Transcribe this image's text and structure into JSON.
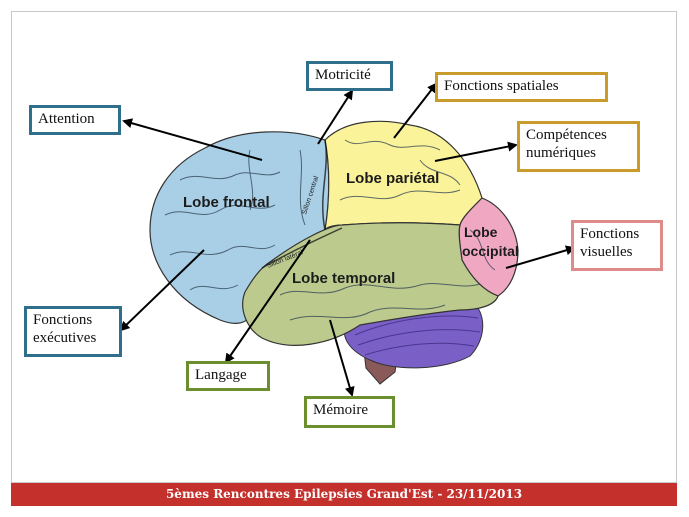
{
  "labels": {
    "attention": "Attention",
    "motricite": "Motricité",
    "fonctions_spatiales": "Fonctions spatiales",
    "competences_1": "Compétences",
    "competences_2": "numériques",
    "fonctions_visuelles_1": "Fonctions",
    "fonctions_visuelles_2": "visuelles",
    "fonctions_executives_1": "Fonctions",
    "fonctions_executives_2": "exécutives",
    "langage": "Langage",
    "memoire": "Mémoire"
  },
  "lobes": {
    "frontal": "Lobe frontal",
    "parietal": "Lobe pariétal",
    "occipital_1": "Lobe",
    "occipital_2": "occipital",
    "temporal": "Lobe temporal",
    "sillon_central": "Sillon central",
    "sillon_lateral": "Sillon latéral"
  },
  "colors": {
    "frontal": "#a9cfe6",
    "parietal": "#faf39a",
    "occipital": "#f0a7c2",
    "temporal": "#bcca8e",
    "cerebellum": "#7a5fc7",
    "brainstem": "#8a5a5a",
    "footer": "#c4302b"
  },
  "footer": "5èmes Rencontres Epilepsies Grand'Est  - 23/11/2013"
}
